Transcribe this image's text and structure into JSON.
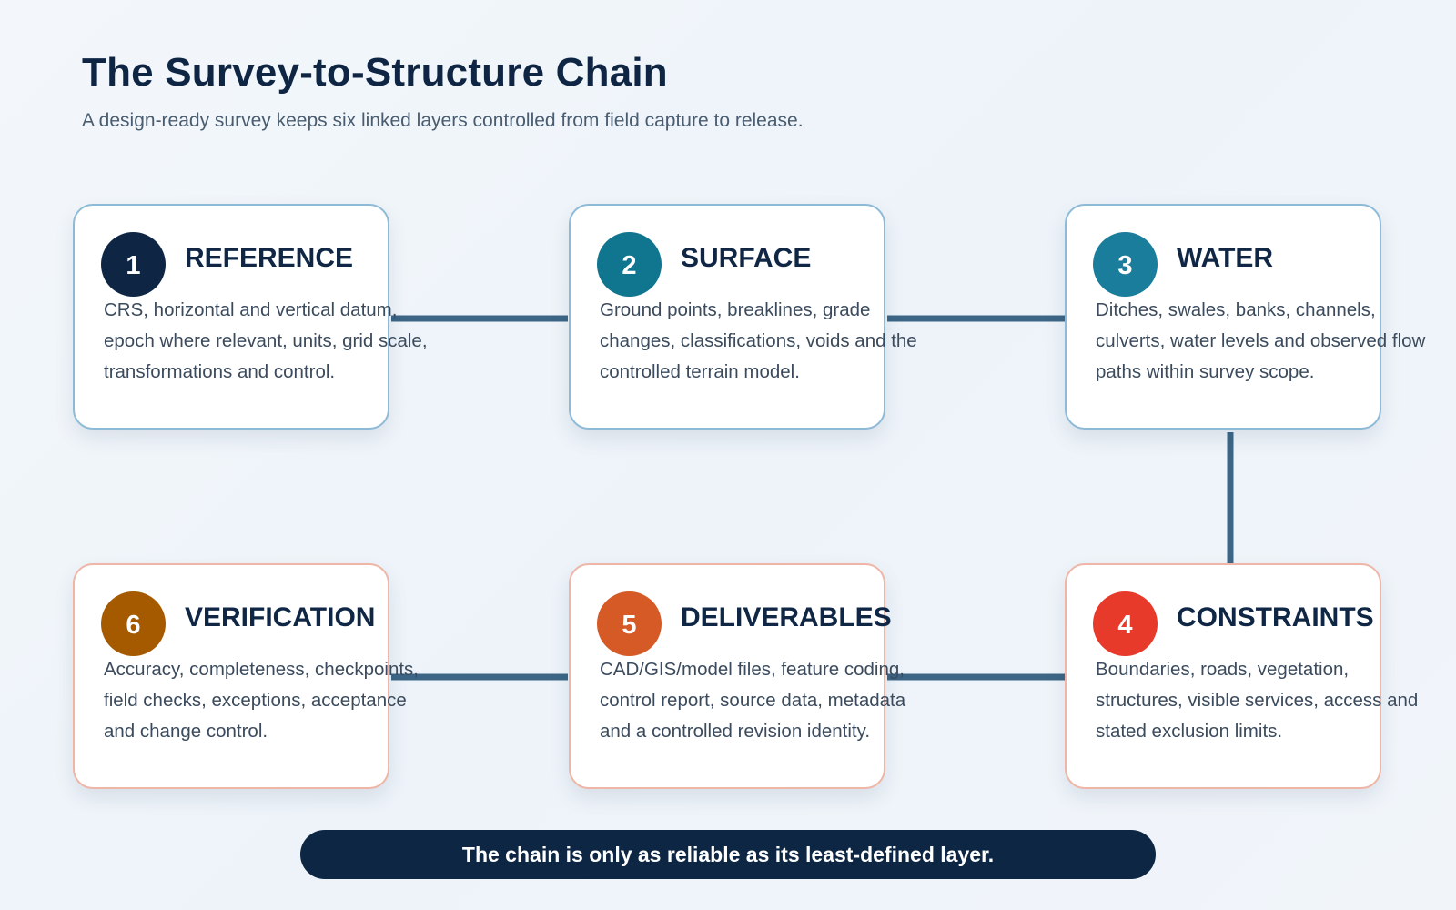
{
  "header": {
    "title": "The Survey-to-Structure Chain",
    "subtitle": "A design-ready survey keeps six linked layers controlled from field capture to release."
  },
  "layers": [
    {
      "number": "1",
      "title": "REFERENCE",
      "description": "CRS, horizontal and vertical datum, epoch where relevant, units, grid scale, transformations and control.",
      "badge_color": "#0e2644"
    },
    {
      "number": "2",
      "title": "SURFACE",
      "description": "Ground points, breaklines, grade changes, classifications, voids and the controlled terrain model.",
      "badge_color": "#10758f"
    },
    {
      "number": "3",
      "title": "WATER",
      "description": "Ditches, swales, banks, channels, culverts, water levels and observed flow paths within survey scope.",
      "badge_color": "#1a7d9b"
    },
    {
      "number": "4",
      "title": "CONSTRAINTS",
      "description": "Boundaries, roads, vegetation, structures, visible services, access and stated exclusion limits.",
      "badge_color": "#e73a2b"
    },
    {
      "number": "5",
      "title": "DELIVERABLES",
      "description": "CAD/GIS/model files, feature coding, control report, source data, metadata and a controlled revision identity.",
      "badge_color": "#d65a26"
    },
    {
      "number": "6",
      "title": "VERIFICATION",
      "description": "Accuracy, completeness, checkpoints, field checks, exceptions, acceptance and change control.",
      "badge_color": "#a65a00"
    }
  ],
  "footer": {
    "text": "The chain is only as reliable as its least-defined layer."
  },
  "colors": {
    "cool_border": "#8dbad7",
    "warm_border": "#efb5a6",
    "connector": "#3d6686",
    "footer_background": "#0c2644"
  }
}
